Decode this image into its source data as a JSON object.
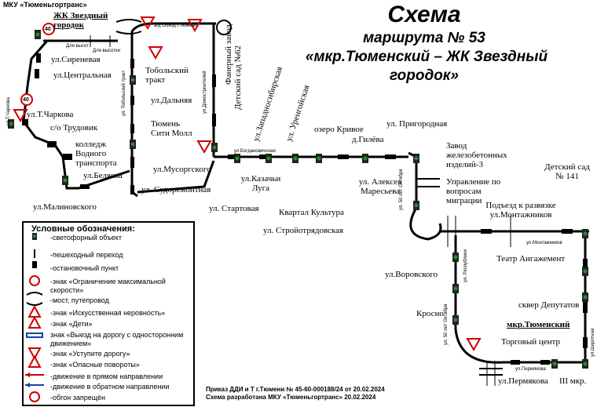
{
  "org": "МКУ «Тюменьгортранс»",
  "title": {
    "line1": "Схема",
    "line2": "маршрута № 53",
    "line3": "«мкр.Тюменский  – ЖК Звездный",
    "line4": "городок»"
  },
  "stops": {
    "zk_zvezdny": "ЖК Звездный городок",
    "sirenevaya": "ул.Сиреневая",
    "centralnaya": "ул.Центральная",
    "charkova": "ул.Т.Чаркова",
    "trudovik": "с/о Трудовик",
    "kolledzh": "колледж Водного транспорта",
    "belyaeva": "ул.Беляева",
    "malinovskogo": "ул.Малиновского",
    "tobolsky": "Тобольский тракт",
    "dalnyaya": "ул.Дальняя",
    "tyumen_city": "Тюмень Сити Молл",
    "musorgskogo": "ул.Мусоргского",
    "sudoremontnaya": "ул. Судоремонтная",
    "fanerny": "Фанерный завод",
    "detsad62": "Детский сад №62",
    "zapadnosibirskaya": "ул.Западносибирская",
    "urengoyskaya": "ул. Уренгойская",
    "stanovaya": "ул. Стартовая",
    "kazachi": "ул.Казачьи Луга",
    "stroyotryad": "ул. Стройотрядовская",
    "kvartal": "Квартал Культура",
    "ozero": "озеро Кривое",
    "gileva": "д.Гилёва",
    "maresyeva": "ул. Алексея Маресьева",
    "prigorodnaya": "ул. Пригородная",
    "zavod_zhbi": "Завод железобетонных изделий-3",
    "migration": "Управление по вопросам миграции",
    "montazhnikov": "Подъезд к развязке ул.Монтажников",
    "detsad141": "Детский сад № 141",
    "anghazhement": "Театр Ангажемент",
    "vorovskogo": "ул.Воровского",
    "krosno": "Кросно",
    "skver": "сквер Депутатов",
    "mkr_tyumensky": "мкр.Тюменский",
    "torgovy": "Торговый центр",
    "permyakova": "ул.Пермякова",
    "iii_mkr": "III мкр."
  },
  "street_labels": {
    "tyumen_vyezd": "а/д Обход г.Тюмени",
    "charkova_v": "ул.Т.Чаркова",
    "tobolsky_v": "ул. Тобольский тракт",
    "dolinnaya": "ул.Домостроителей",
    "bogdanovicha": "ул.Богдановичская",
    "oktyabrya": "ул. 50 лет Октября",
    "montazhnikov_s": "ул.Монтажников",
    "respubliki": "ул. Республики",
    "permyakova_s": "ул.Пермякова",
    "shirotnaya": "ул.Широтная",
    "oktyabrya_s": "ул. 50 лет Октября",
    "dlya_bus1": "Для высот",
    "dlya_bus2": "Для высотки"
  },
  "signs": {
    "speed_limit": "40"
  },
  "legend": {
    "heading": "Условные обозначения:",
    "items": [
      "-светофорный объект",
      "-пешеходный переход",
      "-остановочный пункт",
      "-знак «Ограничение максимальной скорости»",
      "-мост, путепровод",
      "-знак «Искусственная неровность»",
      "-знак «Дети»",
      "знак «Выезд на дорогу с односторонним движением»",
      "-знак «Уступите дорогу»",
      "-знак «Опасные повороты»",
      "-движение в прямом направлении",
      "-движение в обратном направлении",
      "-обгон запрещён"
    ]
  },
  "order": {
    "line1": "Приказ ДДИ и Т г.Тюмени № 45-60-000188/24 от 20.02.2024",
    "line2": "Схема разработана МКУ «Тюменьгортранс» 20.02.2024"
  },
  "colors": {
    "route": "#000000",
    "forward": "#d00000",
    "reverse": "#1a3fb0",
    "sign_red": "#d00000",
    "signal_green": "#2a8a2a"
  }
}
